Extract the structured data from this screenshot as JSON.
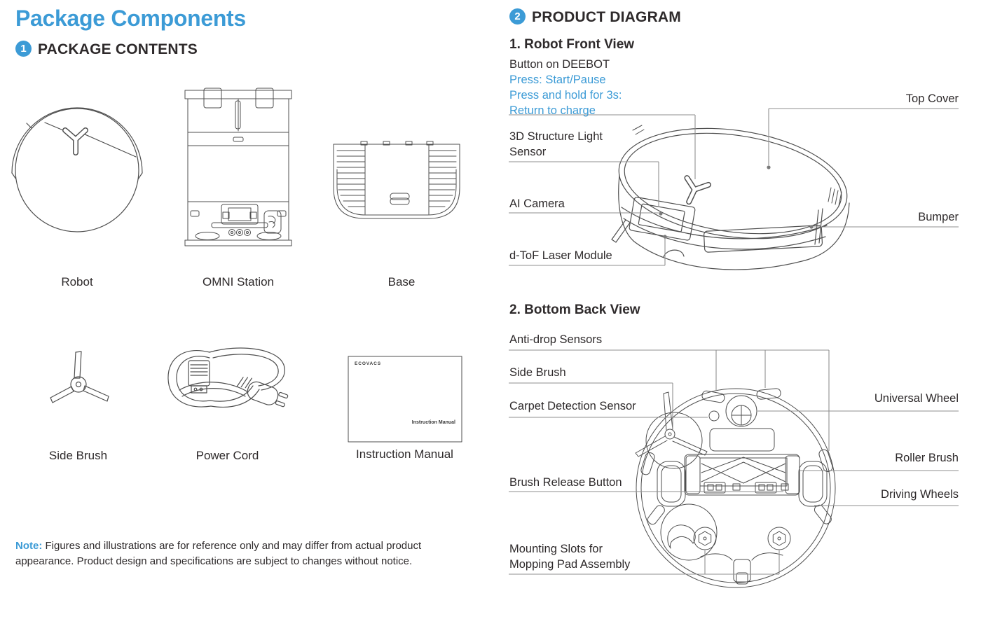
{
  "left": {
    "title": "Package Components",
    "badge": "1",
    "section_title": "PACKAGE CONTENTS",
    "items": [
      {
        "label": "Robot"
      },
      {
        "label": "OMNI Station"
      },
      {
        "label": "Base"
      },
      {
        "label": "Side Brush"
      },
      {
        "label": "Power Cord"
      },
      {
        "label": "Instruction Manual"
      }
    ],
    "manual_cover": {
      "brand": "ECOVACS",
      "title": "Instruction Manual"
    },
    "note_label": "Note:",
    "note_text": " Figures and illustrations are for reference only and may differ from actual product appearance. Product design and specifications are subject to changes without notice."
  },
  "right": {
    "badge": "2",
    "section_title": "PRODUCT DIAGRAM",
    "front_view": {
      "heading": "1. Robot Front View",
      "button_title": "Button on DEEBOT",
      "press_line": "Press: Start/Pause",
      "hold_line": "Press and hold for 3s:",
      "return_line": "Return to charge",
      "label_3d_sensor": "3D Structure Light Sensor",
      "label_ai_camera": "AI Camera",
      "label_dtof": "d-ToF Laser Module",
      "label_top_cover": "Top Cover",
      "label_bumper": "Bumper"
    },
    "bottom_view": {
      "heading": "2. Bottom Back View",
      "label_antidrop": "Anti-drop Sensors",
      "label_side_brush": "Side Brush",
      "label_carpet": "Carpet Detection Sensor",
      "label_brush_release": "Brush Release Button",
      "label_mounting": "Mounting Slots for Mopping Pad Assembly",
      "label_universal_wheel": "Universal Wheel",
      "label_roller_brush": "Roller Brush",
      "label_driving_wheels": "Driving Wheels"
    }
  },
  "colors": {
    "accent_blue": "#3c9bd6",
    "text_dark": "#2e2a2b",
    "line_art": "#4f4f4f",
    "leader_gray": "#8f8f8f"
  }
}
